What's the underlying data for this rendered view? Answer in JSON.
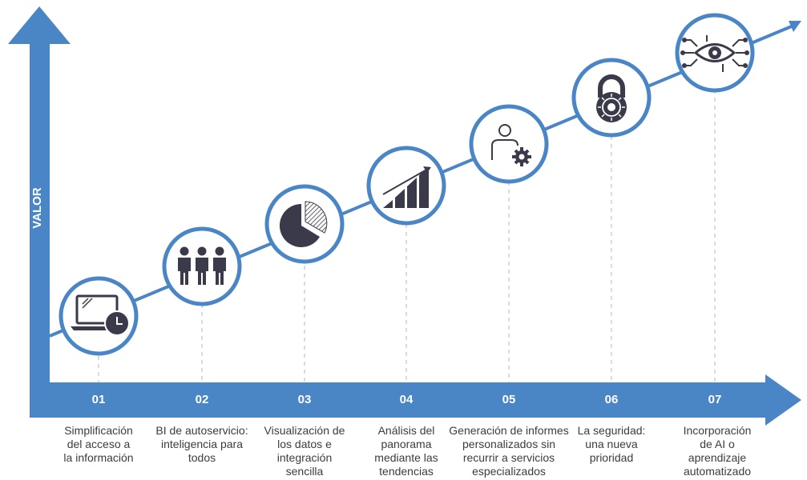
{
  "axis": {
    "y_label": "VALOR"
  },
  "colors": {
    "axis": "#4a86c5",
    "circle_stroke": "#4a86c5",
    "line": "#4a86c5",
    "icon": "#3a3a4a",
    "dashed": "#cfcfcf",
    "text": "#3c3c3c"
  },
  "steps": [
    {
      "number": "01",
      "label": "Simplificación\ndel acceso a\nla información",
      "icon": "laptop-clock-icon"
    },
    {
      "number": "02",
      "label": "BI de autoservicio:\ninteligencia para\ntodos",
      "icon": "people-group-icon"
    },
    {
      "number": "03",
      "label": "Visualización de\nlos datos e\nintegración\nsencilla",
      "icon": "pie-chart-icon"
    },
    {
      "number": "04",
      "label": "Análisis del\npanorama\nmediante las\ntendencias",
      "icon": "growth-chart-icon"
    },
    {
      "number": "05",
      "label": "Generación de informes\npersonalizados sin\nrecurrir a servicios\nespecializados",
      "icon": "user-gear-icon"
    },
    {
      "number": "06",
      "label": "La seguridad:\nuna nueva\nprioridad",
      "icon": "padlock-icon"
    },
    {
      "number": "07",
      "label": "Incorporación\nde AI o\naprendizaje\nautomatizado",
      "icon": "ai-eye-icon"
    }
  ]
}
